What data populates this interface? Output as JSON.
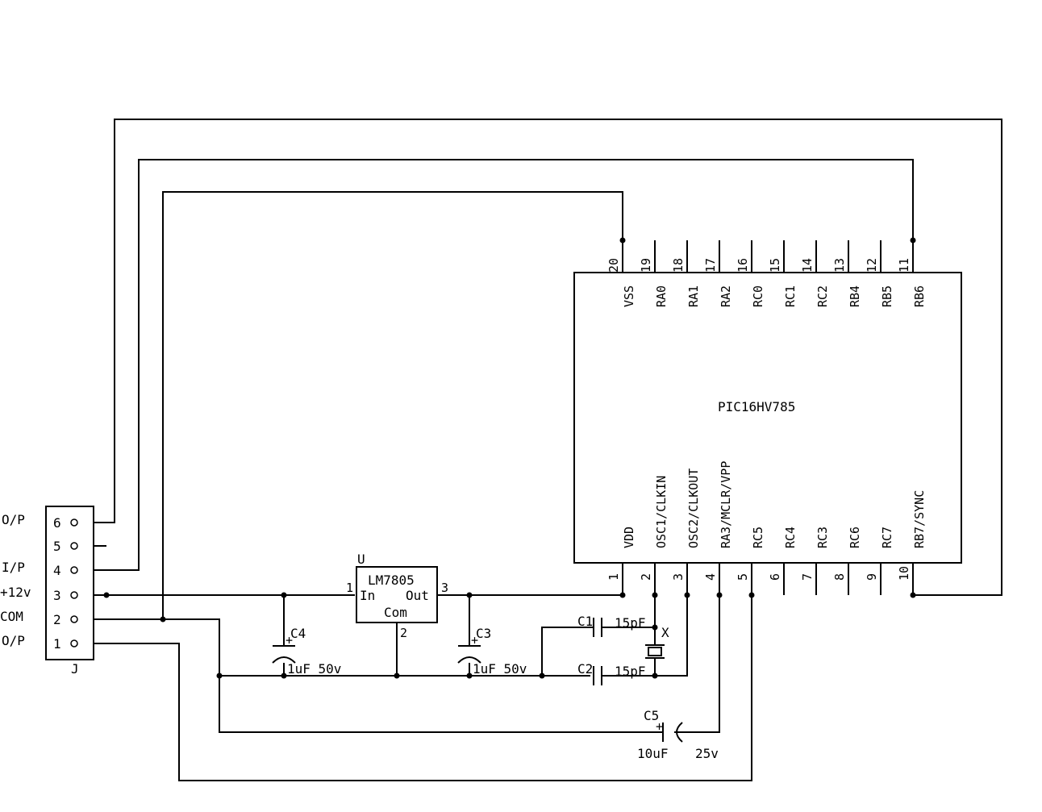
{
  "connector": {
    "ref": "J",
    "pins": [
      {
        "num": "6",
        "label": "O/P"
      },
      {
        "num": "5",
        "label": ""
      },
      {
        "num": "4",
        "label": "I/P"
      },
      {
        "num": "3",
        "label": "+12v"
      },
      {
        "num": "2",
        "label": "COM"
      },
      {
        "num": "1",
        "label": "O/P"
      }
    ]
  },
  "regulator": {
    "ref": "U",
    "part": "LM7805",
    "pin_in_label": "In",
    "pin_out_label": "Out",
    "pin_com_label": "Com",
    "pin_in": "1",
    "pin_out": "3",
    "pin_com": "2"
  },
  "mcu": {
    "part": "PIC16HV785",
    "top_pins": [
      {
        "num": "20",
        "name": "VSS"
      },
      {
        "num": "19",
        "name": "RA0"
      },
      {
        "num": "18",
        "name": "RA1"
      },
      {
        "num": "17",
        "name": "RA2"
      },
      {
        "num": "16",
        "name": "RC0"
      },
      {
        "num": "15",
        "name": "RC1"
      },
      {
        "num": "14",
        "name": "RC2"
      },
      {
        "num": "13",
        "name": "RB4"
      },
      {
        "num": "12",
        "name": "RB5"
      },
      {
        "num": "11",
        "name": "RB6"
      }
    ],
    "bottom_pins": [
      {
        "num": "1",
        "name": "VDD"
      },
      {
        "num": "2",
        "name": "OSC1/CLKIN"
      },
      {
        "num": "3",
        "name": "OSC2/CLKOUT"
      },
      {
        "num": "4",
        "name": "RA3/MCLR/VPP"
      },
      {
        "num": "5",
        "name": "RC5"
      },
      {
        "num": "6",
        "name": "RC4"
      },
      {
        "num": "7",
        "name": "RC3"
      },
      {
        "num": "8",
        "name": "RC6"
      },
      {
        "num": "9",
        "name": "RC7"
      },
      {
        "num": "10",
        "name": "RB7/SYNC"
      }
    ]
  },
  "capacitors": {
    "c1": {
      "ref": "C1",
      "value": "15pF"
    },
    "c2": {
      "ref": "C2",
      "value": "15pF"
    },
    "c3": {
      "ref": "C3",
      "value": "1uF 50v"
    },
    "c4": {
      "ref": "C4",
      "value": "1uF 50v"
    },
    "c5": {
      "ref": "C5",
      "value": "10uF",
      "voltage": "25v"
    }
  },
  "crystal": {
    "ref": "X"
  },
  "polarity_mark": "+"
}
